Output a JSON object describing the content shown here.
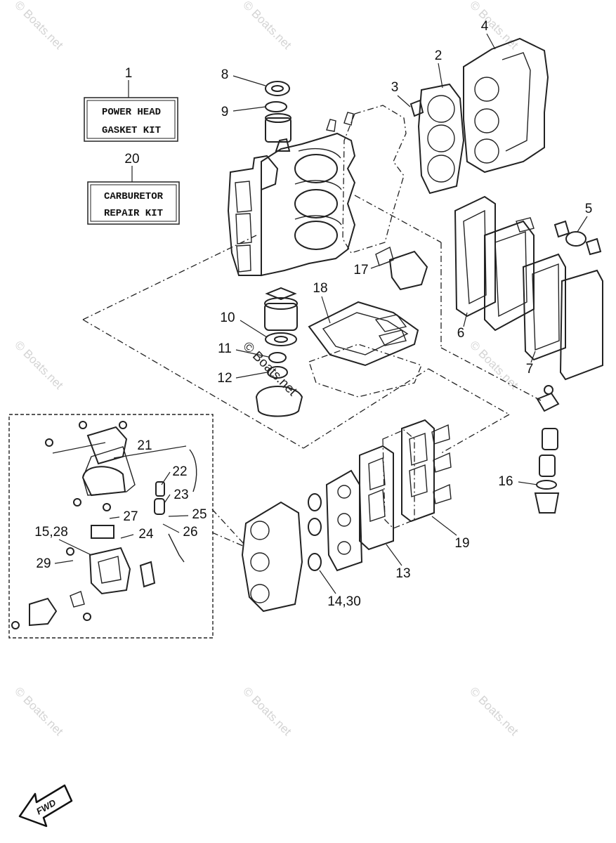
{
  "kits": {
    "power_head": {
      "number": "1",
      "line1": "POWER HEAD",
      "line2": "GASKET KIT"
    },
    "carburetor": {
      "number": "20",
      "line1": "CARBURETOR",
      "line2": "REPAIR KIT"
    }
  },
  "callouts": {
    "c2": "2",
    "c3": "3",
    "c4": "4",
    "c5": "5",
    "c6": "6",
    "c7": "7",
    "c8": "8",
    "c9": "9",
    "c10": "10",
    "c11": "11",
    "c12": "12",
    "c13": "13",
    "c14_30": "14,30",
    "c15_28": "15,28",
    "c16": "16",
    "c17": "17",
    "c18": "18",
    "c19": "19",
    "c21": "21",
    "c22": "22",
    "c23": "23",
    "c24": "24",
    "c25": "25",
    "c26": "26",
    "c27": "27",
    "c29": "29"
  },
  "watermark": {
    "text": "© Boats.net"
  },
  "fwd": {
    "label": "FWD"
  }
}
